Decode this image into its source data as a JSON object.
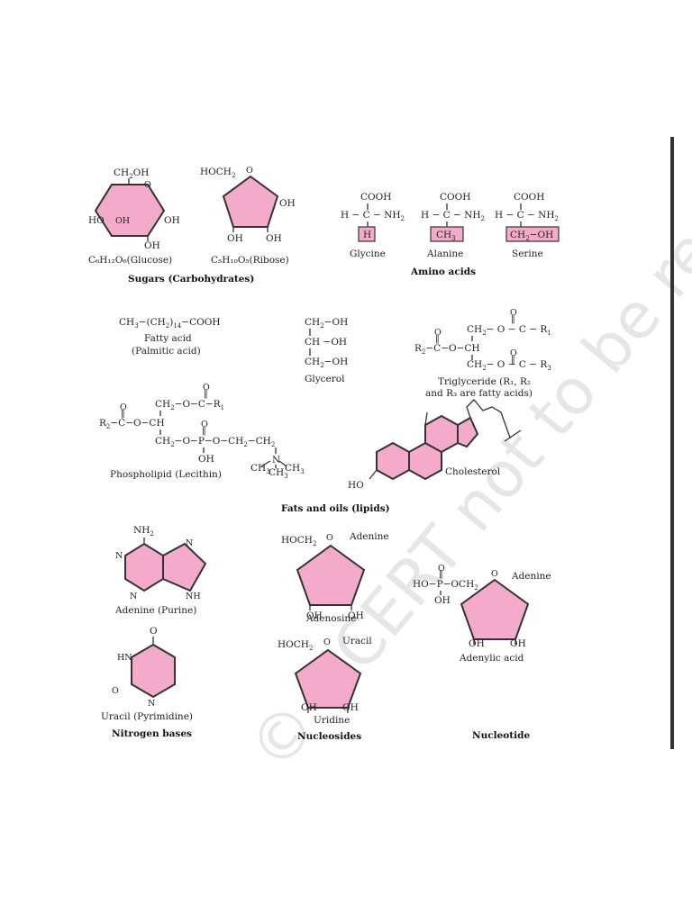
{
  "watermark": "© NCERT not to be republished",
  "sugars": {
    "glucose_formula": "C₆H₁₂O₆(Glucose)",
    "ribose_formula": "C₅H₁₀O₅(Ribose)",
    "caption": "Sugars (Carbohydrates)"
  },
  "amino_acids": {
    "glycine": "Glycine",
    "alanine": "Alanine",
    "serine": "Serine",
    "caption": "Amino acids"
  },
  "lipids": {
    "fatty_acid_line1": "Fatty acid",
    "fatty_acid_line2": "(Palmitic acid)",
    "glycerol": "Glycerol",
    "triglyceride_line1": "Triglyceride (R₁, R₂",
    "triglyceride_line2": "and R₃ are fatty acids)",
    "phospholipid": "Phospholipid (Lecithin)",
    "cholesterol": "Cholesterol",
    "caption": "Fats and oils (lipids)"
  },
  "nitrogen_bases": {
    "adenine": "Adenine (Purine)",
    "uracil": "Uracil (Pyrimidine)",
    "caption": "Nitrogen bases"
  },
  "nucleosides": {
    "adenosine": "Adenosine",
    "uridine": "Uridine",
    "caption": "Nucleosides"
  },
  "nucleotide": {
    "adenylic_acid": "Adenylic acid",
    "caption": "Nucleotide"
  }
}
